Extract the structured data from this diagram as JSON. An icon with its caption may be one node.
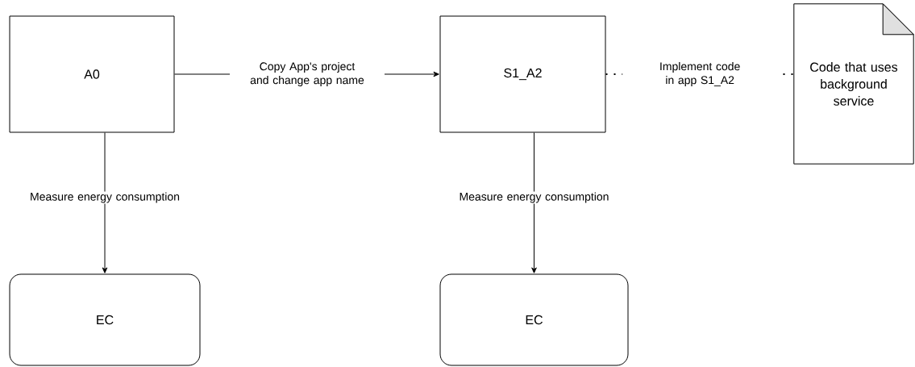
{
  "diagram": {
    "nodes": [
      {
        "text": [
          "A0"
        ]
      },
      {
        "text": [
          "S1_A2"
        ]
      },
      {
        "text": [
          "Code that uses background service"
        ]
      },
      {
        "text": [
          "EC"
        ]
      },
      {
        "text": [
          "EC"
        ]
      }
    ],
    "edges": [
      {
        "from": 0,
        "to": 1,
        "arrow": "to",
        "label": "Copy App's project and change app name"
      },
      {
        "from": 1,
        "to": 2,
        "arrow": "none",
        "style": "dashed",
        "label": "Implement code in app S1_A2"
      },
      {
        "from": 0,
        "to": 3,
        "arrow": "to",
        "label": "Measure energy consumption"
      },
      {
        "from": 1,
        "to": 4,
        "arrow": "to",
        "label": "Measure energy consumption"
      }
    ]
  }
}
